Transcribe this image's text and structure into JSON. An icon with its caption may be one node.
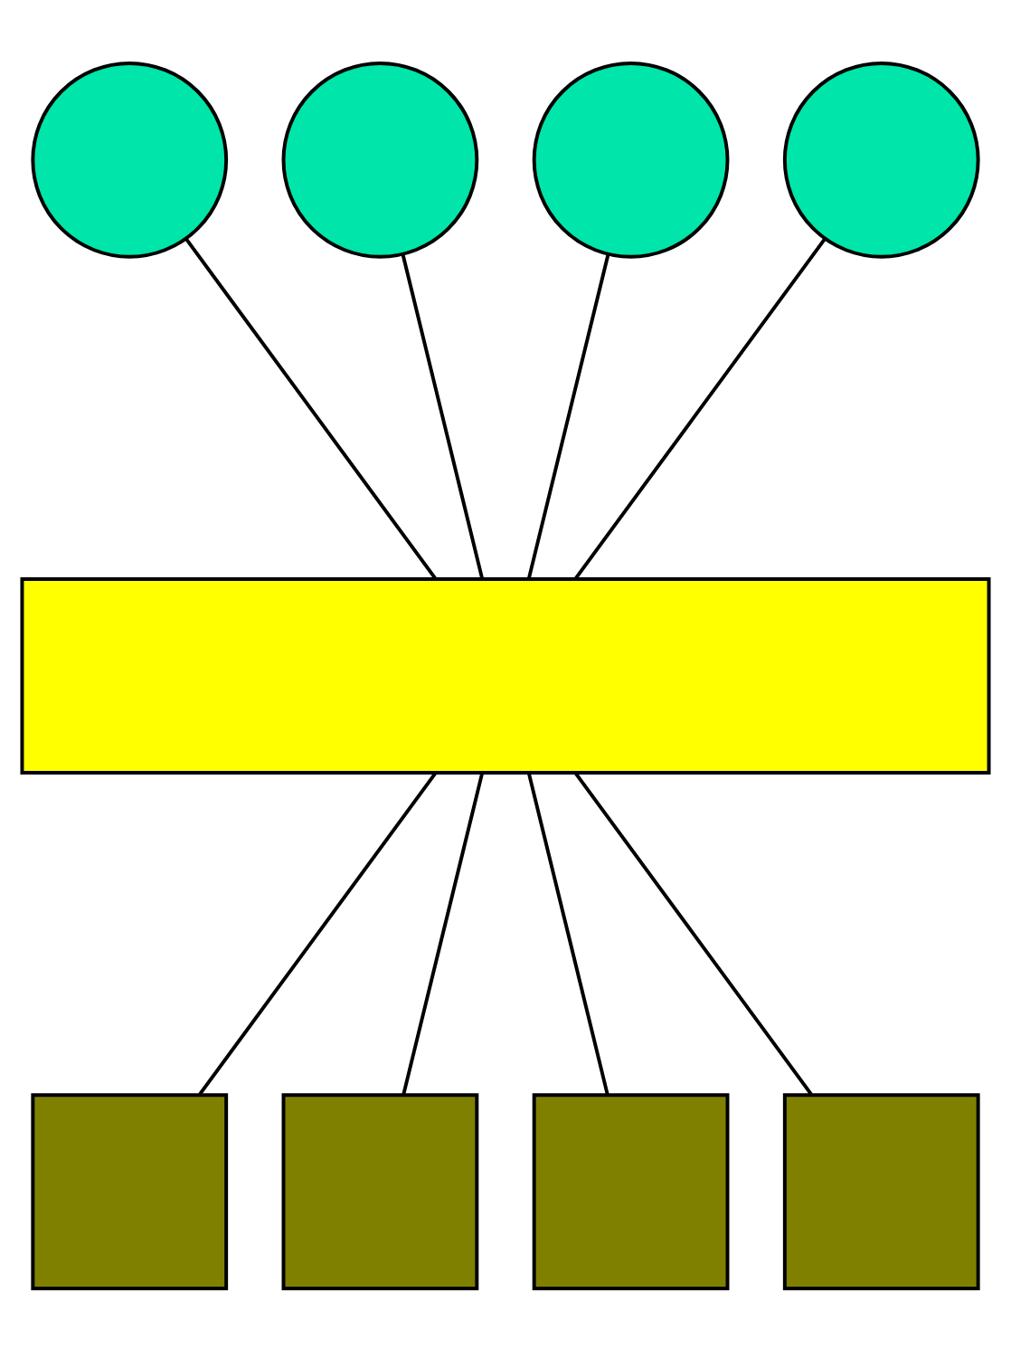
{
  "diagram": {
    "nodes": [
      {
        "text": [],
        "shape": "circle"
      },
      {
        "text": [],
        "shape": "circle"
      },
      {
        "text": [],
        "shape": "circle"
      },
      {
        "text": [],
        "shape": "circle"
      },
      {
        "text": [],
        "shape": "bar"
      },
      {
        "text": [],
        "shape": "box"
      },
      {
        "text": [],
        "shape": "box"
      },
      {
        "text": [],
        "shape": "box"
      },
      {
        "text": [],
        "shape": "box"
      }
    ],
    "edges": [
      {
        "from": 0,
        "to": 4,
        "arrow": "none"
      },
      {
        "from": 1,
        "to": 4,
        "arrow": "none"
      },
      {
        "from": 2,
        "to": 4,
        "arrow": "none"
      },
      {
        "from": 3,
        "to": 4,
        "arrow": "none"
      },
      {
        "from": 4,
        "to": 5,
        "arrow": "none"
      },
      {
        "from": 4,
        "to": 6,
        "arrow": "none"
      },
      {
        "from": 4,
        "to": 7,
        "arrow": "none"
      },
      {
        "from": 4,
        "to": 8,
        "arrow": "none"
      }
    ]
  }
}
